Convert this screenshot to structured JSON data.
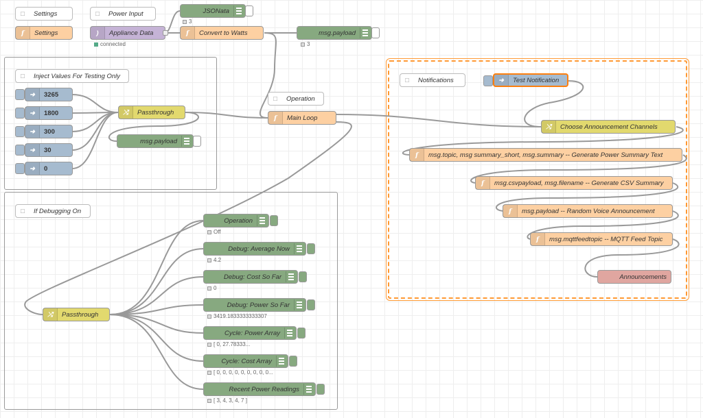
{
  "colors": {
    "function": "#fdd0a2",
    "inject": "#a6bbcf",
    "switch": "#e2d96e",
    "debug": "#87a980",
    "comment": "#ffffff",
    "dashboard": "#e0a6a0",
    "mqtt_in": "#c5b3d6",
    "selection": "#ff9933"
  },
  "top": {
    "settings_comment": "Settings",
    "power_comment": "Power Input",
    "settings_function": "Settings",
    "appliance_data": "Appliance Data",
    "appliance_status": "connected",
    "jsonata": "JSONata",
    "jsonata_status": "3",
    "convert": "Convert to Watts",
    "payload_debug": "msg.payload",
    "payload_status": "3"
  },
  "inject_group": {
    "title": "Inject Values For Testing Only",
    "injects": [
      "3265",
      "1800",
      "300",
      "30",
      "0"
    ],
    "passthrough": "Passthrough",
    "debug": "msg.payload"
  },
  "operation": {
    "comment": "Operation",
    "main_loop": "Main Loop"
  },
  "debug_group": {
    "title": "If Debugging On",
    "passthrough": "Passthrough",
    "debugs": [
      {
        "label": "Operation",
        "status": "Off"
      },
      {
        "label": "Debug: Average Now",
        "status": "4.2"
      },
      {
        "label": "Debug: Cost So Far",
        "status": "0"
      },
      {
        "label": "Debug: Power So Far",
        "status": "3419.1833333333307"
      },
      {
        "label": "Cycle: Power Array",
        "status": "[ 0, 27.78333..."
      },
      {
        "label": "Cycle: Cost Array",
        "status": "[ 0, 0, 0, 0, 0, 0, 0, 0, 0..."
      },
      {
        "label": "Recent Power Readings",
        "status": "[ 3, 4, 3, 4, 7 ]"
      }
    ]
  },
  "notifications": {
    "title": "Notifications",
    "test": "Test Notification",
    "choose": "Choose Announcement Channels",
    "functions": [
      "msg.topic, msg summary_short, msg.summary -- Generate Power Summary Text",
      "msg.csvpayload, msg.filename -- Generate CSV Summary",
      "msg.payload -- Random Voice Announcement",
      "msg.mqttfeedtopic -- MQTT Feed Topic"
    ],
    "announcements": "Announcements"
  }
}
